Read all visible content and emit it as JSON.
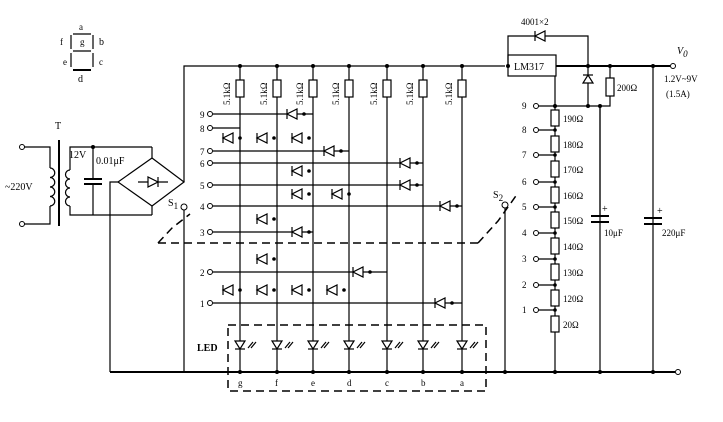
{
  "segment_legend": {
    "segments": [
      "a",
      "b",
      "c",
      "d",
      "e",
      "f",
      "g"
    ]
  },
  "transformer": {
    "label": "T",
    "primary_voltage": "~220V",
    "secondary_voltage": "12V"
  },
  "filter_capacitor": {
    "value": "0.01μF"
  },
  "switch_1": {
    "label": "S",
    "subscript": "1",
    "positions": [
      "1",
      "2",
      "3",
      "4",
      "5",
      "6",
      "7",
      "8",
      "9"
    ]
  },
  "switch_2": {
    "label": "S",
    "subscript": "2",
    "positions": [
      "9",
      "8",
      "7",
      "6",
      "5",
      "4",
      "3",
      "2",
      "1"
    ]
  },
  "segment_resistors": {
    "value": "5.1kΩ",
    "count": 7
  },
  "led_block": {
    "label": "LED",
    "segments": [
      "g",
      "f",
      "e",
      "d",
      "c",
      "b",
      "a"
    ]
  },
  "regulator": {
    "ic": "LM317",
    "bypass_diode": "4001×2",
    "adj_resistor": "200Ω"
  },
  "divider_resistors": [
    "190Ω",
    "180Ω",
    "170Ω",
    "160Ω",
    "150Ω",
    "140Ω",
    "130Ω",
    "120Ω",
    "20Ω"
  ],
  "capacitors": {
    "c1": "10μF",
    "c2": "220μF"
  },
  "output": {
    "label": "V",
    "subscript": "0",
    "range": "1.2V~9V",
    "current": "(1.5A)"
  }
}
